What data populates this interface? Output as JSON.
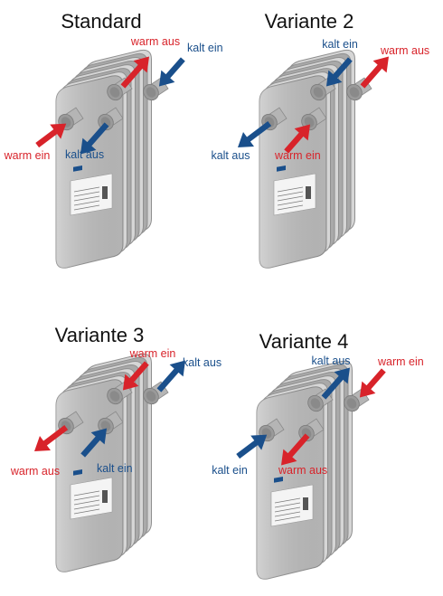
{
  "colors": {
    "warm": "#d8232a",
    "cold": "#1a4f8b",
    "body": "#c3c3c3",
    "body_dark": "#a9a9a9",
    "port": "#9a9a9a"
  },
  "labels": {
    "warm_in": "warm ein",
    "warm_out": "warm aus",
    "cold_in": "kalt ein",
    "cold_out": "kalt aus"
  },
  "panels": [
    {
      "title": "Standard",
      "flows": [
        {
          "kind": "warm",
          "direction": "out",
          "label": "warm aus",
          "port": "back-left"
        },
        {
          "kind": "cold",
          "direction": "in",
          "label": "kalt ein",
          "port": "back-right"
        },
        {
          "kind": "warm",
          "direction": "in",
          "label": "warm ein",
          "port": "front-left"
        },
        {
          "kind": "cold",
          "direction": "out",
          "label": "kalt aus",
          "port": "front-right"
        }
      ]
    },
    {
      "title": "Variante 2",
      "flows": [
        {
          "kind": "cold",
          "direction": "in",
          "label": "kalt ein",
          "port": "back-left"
        },
        {
          "kind": "warm",
          "direction": "out",
          "label": "warm aus",
          "port": "back-right"
        },
        {
          "kind": "cold",
          "direction": "out",
          "label": "kalt aus",
          "port": "front-left"
        },
        {
          "kind": "warm",
          "direction": "in",
          "label": "warm ein",
          "port": "front-right"
        }
      ]
    },
    {
      "title": "Variante 3",
      "flows": [
        {
          "kind": "warm",
          "direction": "in",
          "label": "warm ein",
          "port": "back-left"
        },
        {
          "kind": "cold",
          "direction": "out",
          "label": "kalt aus",
          "port": "back-right"
        },
        {
          "kind": "warm",
          "direction": "out",
          "label": "warm aus",
          "port": "front-left"
        },
        {
          "kind": "cold",
          "direction": "in",
          "label": "kalt ein",
          "port": "front-right"
        }
      ]
    },
    {
      "title": "Variante 4",
      "flows": [
        {
          "kind": "cold",
          "direction": "out",
          "label": "kalt aus",
          "port": "back-left"
        },
        {
          "kind": "warm",
          "direction": "in",
          "label": "warm ein",
          "port": "back-right"
        },
        {
          "kind": "cold",
          "direction": "in",
          "label": "kalt ein",
          "port": "front-left"
        },
        {
          "kind": "warm",
          "direction": "out",
          "label": "warm aus",
          "port": "front-right"
        }
      ]
    }
  ]
}
